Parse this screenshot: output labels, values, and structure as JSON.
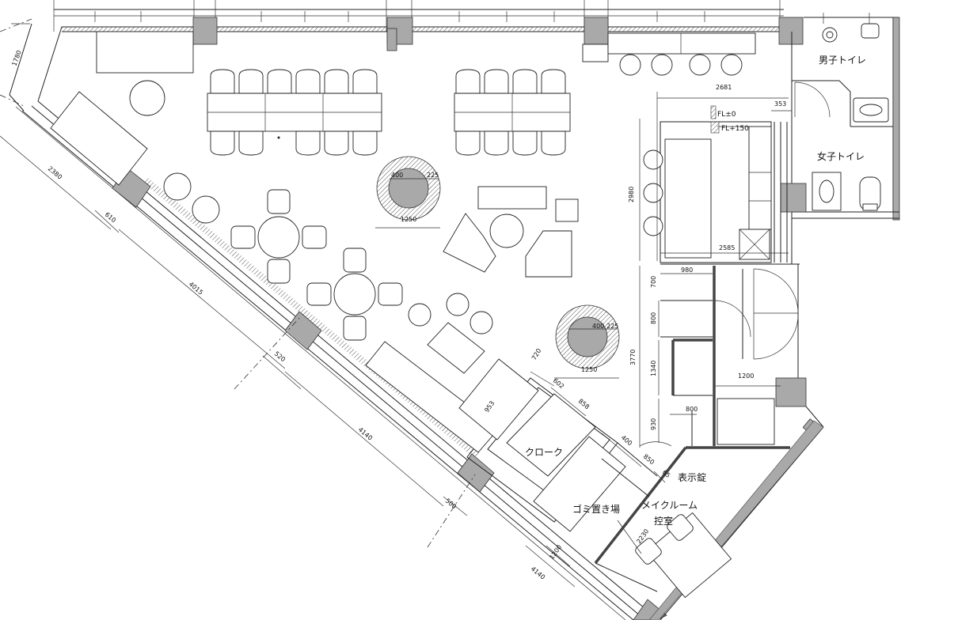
{
  "rooms": {
    "mens_toilet": "男子トイレ",
    "womens_toilet": "女子トイレ",
    "cloak": "クローク",
    "trash": "ゴミ置き場",
    "indicator_lock": "表示錠",
    "makeup_room_line1": "メイクルーム",
    "makeup_room_line2": "控室"
  },
  "levels": {
    "fl0": "FL±0",
    "fl150": "FL+150"
  },
  "dimensions": {
    "d2681": "2681",
    "d353": "353",
    "d2980": "2980",
    "d2585": "2585",
    "d980": "980",
    "d700": "700",
    "d800a": "800",
    "d3770": "3770",
    "d1340": "1340",
    "d1200": "1200",
    "d800b": "800",
    "d930": "930",
    "d1780": "1780",
    "d2380": "2380",
    "d610": "610",
    "d4015": "4015",
    "d520": "520",
    "d4140a": "4140",
    "d500": "500",
    "d4140b": "4140",
    "d1200b": "1200",
    "d400a": "400",
    "d225a": "225",
    "d1250a": "1250",
    "d400b": "400",
    "d225b": "225",
    "d1250b": "1250",
    "d720": "720",
    "d602": "602",
    "d858": "858",
    "d953": "953",
    "d400c": "400",
    "d850": "850",
    "d65": "65",
    "d2230": "2230"
  }
}
